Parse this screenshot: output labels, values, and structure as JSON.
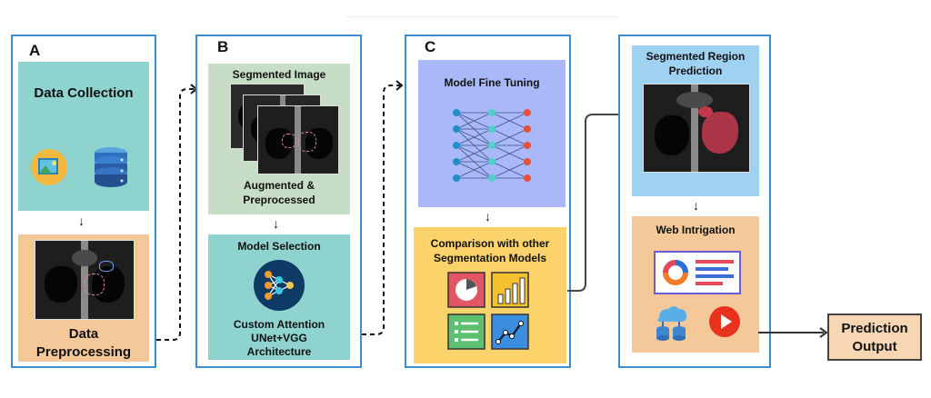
{
  "panels": {
    "a": {
      "letter": "A",
      "data_collection": "Data Collection",
      "data_preprocessing": "Data\nPreprocessing"
    },
    "b": {
      "letter": "B",
      "segmented_image": "Segmented Image",
      "augmented": "Augmented &\nPreprocessed",
      "model_selection": "Model Selection",
      "architecture": "Custom Attention\nUNet+VGG\nArchitecture"
    },
    "c": {
      "letter": "C",
      "fine_tuning": "Model Fine Tuning",
      "comparison": "Comparison with other\nSegmentation Models"
    },
    "d": {
      "segmented_region": "Segmented Region\nPrediction",
      "web_integration": "Web Intrigation"
    },
    "output": {
      "label": "Prediction\nOutput"
    }
  },
  "colors": {
    "panel_border": "#3f8fd0",
    "teal": "#8fd3cf",
    "peach": "#f5c89a",
    "sage": "#c7ddc5",
    "lavender": "#a9b8f8",
    "yellow": "#fbd36a",
    "sky": "#9fd1f2",
    "output_fill": "#f7d6b4",
    "segmentation_red": "#c23a4a"
  },
  "icons": [
    "image-icon",
    "database-icon",
    "neural-network-icon",
    "pie-chart-icon",
    "bar-chart-icon",
    "list-icon",
    "line-chart-icon",
    "web-dashboard-icon",
    "cloud-database-icon",
    "play-icon"
  ]
}
